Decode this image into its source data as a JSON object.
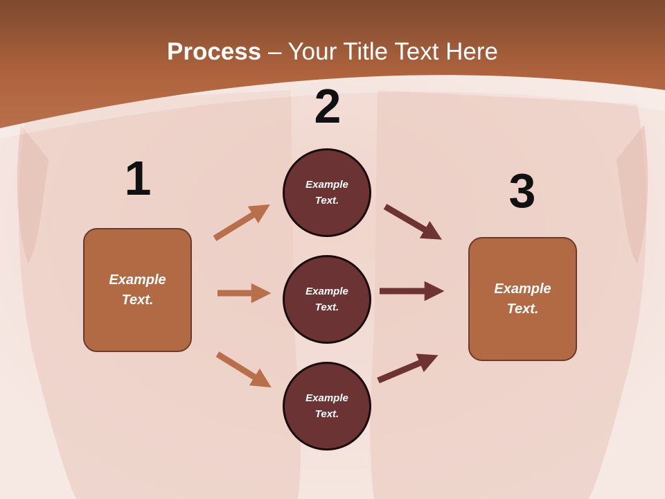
{
  "title": {
    "bold": "Process",
    "rest": " – Your Title Text Here"
  },
  "steps": {
    "one": {
      "number": "1",
      "text": "Example\nText."
    },
    "two": {
      "number": "2"
    },
    "three": {
      "number": "3",
      "text": "Example\nText."
    }
  },
  "middle_nodes": [
    {
      "text": "Example\nText."
    },
    {
      "text": "Example\nText."
    },
    {
      "text": "Example\nText."
    }
  ],
  "colors": {
    "header_band": "#b0643e",
    "box_fill": "#b26a45",
    "circle_fill": "#6b3333",
    "arrow_left": "#b8704c",
    "arrow_right": "#6e3434"
  }
}
